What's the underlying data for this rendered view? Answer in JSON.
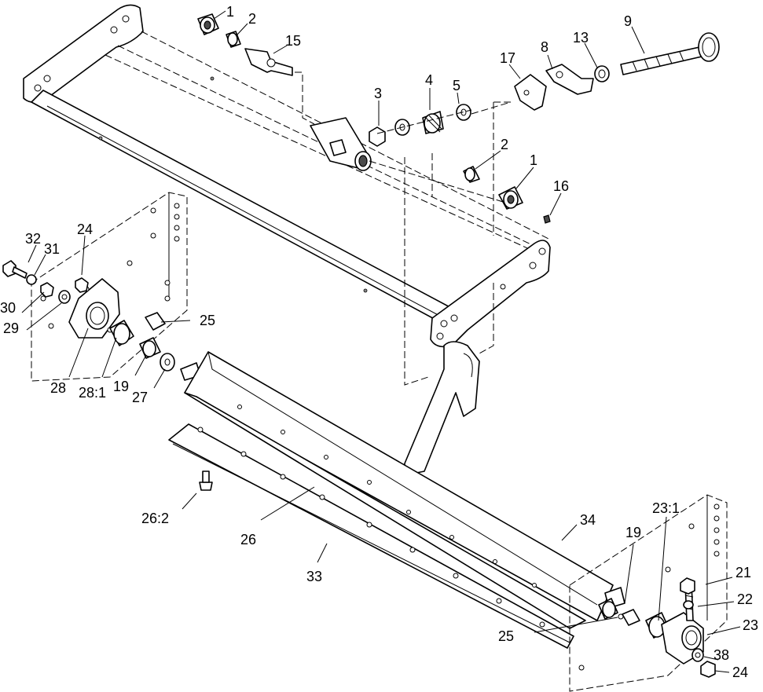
{
  "callouts": [
    {
      "id": "c1a",
      "label": "1"
    },
    {
      "id": "c2a",
      "label": "2"
    },
    {
      "id": "c15",
      "label": "15"
    },
    {
      "id": "c9",
      "label": "9"
    },
    {
      "id": "c13",
      "label": "13"
    },
    {
      "id": "c8",
      "label": "8"
    },
    {
      "id": "c17",
      "label": "17"
    },
    {
      "id": "c3",
      "label": "3"
    },
    {
      "id": "c4",
      "label": "4"
    },
    {
      "id": "c5",
      "label": "5"
    },
    {
      "id": "c2b",
      "label": "2"
    },
    {
      "id": "c1b",
      "label": "1"
    },
    {
      "id": "c16",
      "label": "16"
    },
    {
      "id": "c32",
      "label": "32"
    },
    {
      "id": "c31",
      "label": "31"
    },
    {
      "id": "c24a",
      "label": "24"
    },
    {
      "id": "c30",
      "label": "30"
    },
    {
      "id": "c29",
      "label": "29"
    },
    {
      "id": "c25a",
      "label": "25"
    },
    {
      "id": "c28",
      "label": "28"
    },
    {
      "id": "c28_1",
      "label": "28:1"
    },
    {
      "id": "c19a",
      "label": "19"
    },
    {
      "id": "c27",
      "label": "27"
    },
    {
      "id": "c26_2",
      "label": "26:2"
    },
    {
      "id": "c26",
      "label": "26"
    },
    {
      "id": "c33",
      "label": "33"
    },
    {
      "id": "c34",
      "label": "34"
    },
    {
      "id": "c19b",
      "label": "19"
    },
    {
      "id": "c23_1",
      "label": "23:1"
    },
    {
      "id": "c21",
      "label": "21"
    },
    {
      "id": "c22",
      "label": "22"
    },
    {
      "id": "c23",
      "label": "23"
    },
    {
      "id": "c25b",
      "label": "25"
    },
    {
      "id": "c38",
      "label": "38"
    },
    {
      "id": "c24b",
      "label": "24"
    }
  ]
}
